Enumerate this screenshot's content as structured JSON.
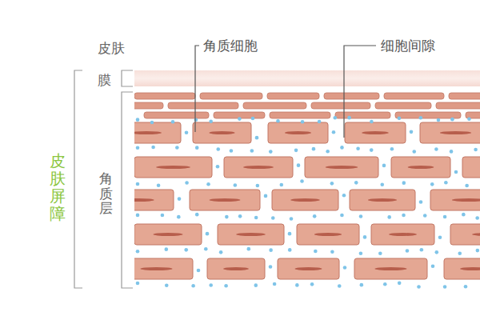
{
  "diagram": {
    "labels": [
      "皮肤膜",
      "角质细胞",
      "细胞间隙",
      "皮肤屏障",
      "角质层"
    ]
  }
}
